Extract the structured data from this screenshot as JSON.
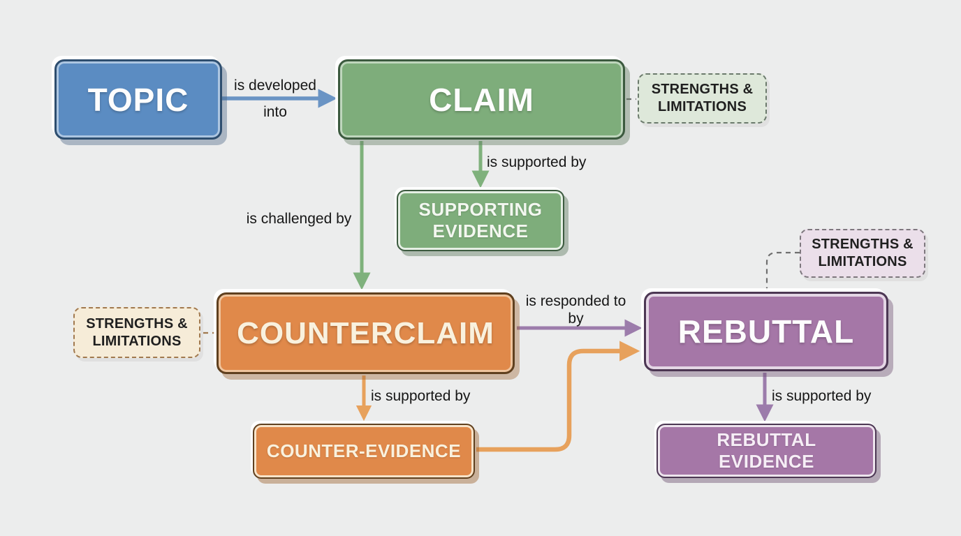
{
  "diagram": {
    "title": "Argument structure flow diagram",
    "nodes": {
      "topic": {
        "label": "TOPIC"
      },
      "claim": {
        "label": "CLAIM"
      },
      "supporting_evidence": {
        "label": "SUPPORTING EVIDENCE"
      },
      "counterclaim": {
        "label": "COUNTERCLAIM"
      },
      "counter_evidence": {
        "label": "COUNTER-EVIDENCE"
      },
      "rebuttal": {
        "label": "REBUTTAL"
      },
      "rebuttal_evidence": {
        "label": "REBUTTAL EVIDENCE"
      },
      "strengths_claim": {
        "label": "STRENGTHS & LIMITATIONS"
      },
      "strengths_counterclaim": {
        "label": "STRENGTHS & LIMITATIONS"
      },
      "strengths_rebuttal": {
        "label": "STRENGTHS & LIMITATIONS"
      }
    },
    "edges": [
      {
        "from": "topic",
        "to": "claim",
        "label": "is developed into"
      },
      {
        "from": "claim",
        "to": "supporting_evidence",
        "label": "is supported by"
      },
      {
        "from": "claim",
        "to": "counterclaim",
        "label": "is challenged by"
      },
      {
        "from": "counterclaim",
        "to": "rebuttal",
        "label": "is responded to by"
      },
      {
        "from": "counterclaim",
        "to": "counter_evidence",
        "label": "is supported by"
      },
      {
        "from": "rebuttal",
        "to": "rebuttal_evidence",
        "label": "is supported by"
      },
      {
        "from": "counter_evidence",
        "to": "rebuttal",
        "label": ""
      },
      {
        "from": "claim",
        "to": "strengths_claim",
        "label": ""
      },
      {
        "from": "strengths_counterclaim",
        "to": "counterclaim",
        "label": ""
      },
      {
        "from": "strengths_rebuttal",
        "to": "rebuttal",
        "label": ""
      }
    ],
    "palette": {
      "background": "#eceded",
      "topic_fill": "#5b8cc2",
      "topic_border": "#2e4e6f",
      "claim_fill": "#7ead7b",
      "claim_border": "#3c5a3f",
      "green_note_fill": "#dee8da",
      "green_note_border": "#6b7a6c",
      "counterclaim_fill": "#e0894a",
      "counterclaim_border": "#5f401f",
      "cream_note_fill": "#f6ecd8",
      "cream_note_border": "#a1794e",
      "rebuttal_fill": "#a577a7",
      "rebuttal_border": "#4c3753",
      "purple_note_fill": "#ebdfea",
      "purple_note_border": "#7d777d",
      "blue_arrow": "#6a94c4",
      "green_arrow": "#7fb17c",
      "orange_arrow": "#e7a15c",
      "purple_arrow": "#9c7cab",
      "label_text": "#161616",
      "box_text_light": "#fdfdfd",
      "box_text_cream": "#f9f1de",
      "note_text": "#1f1f1f"
    }
  }
}
